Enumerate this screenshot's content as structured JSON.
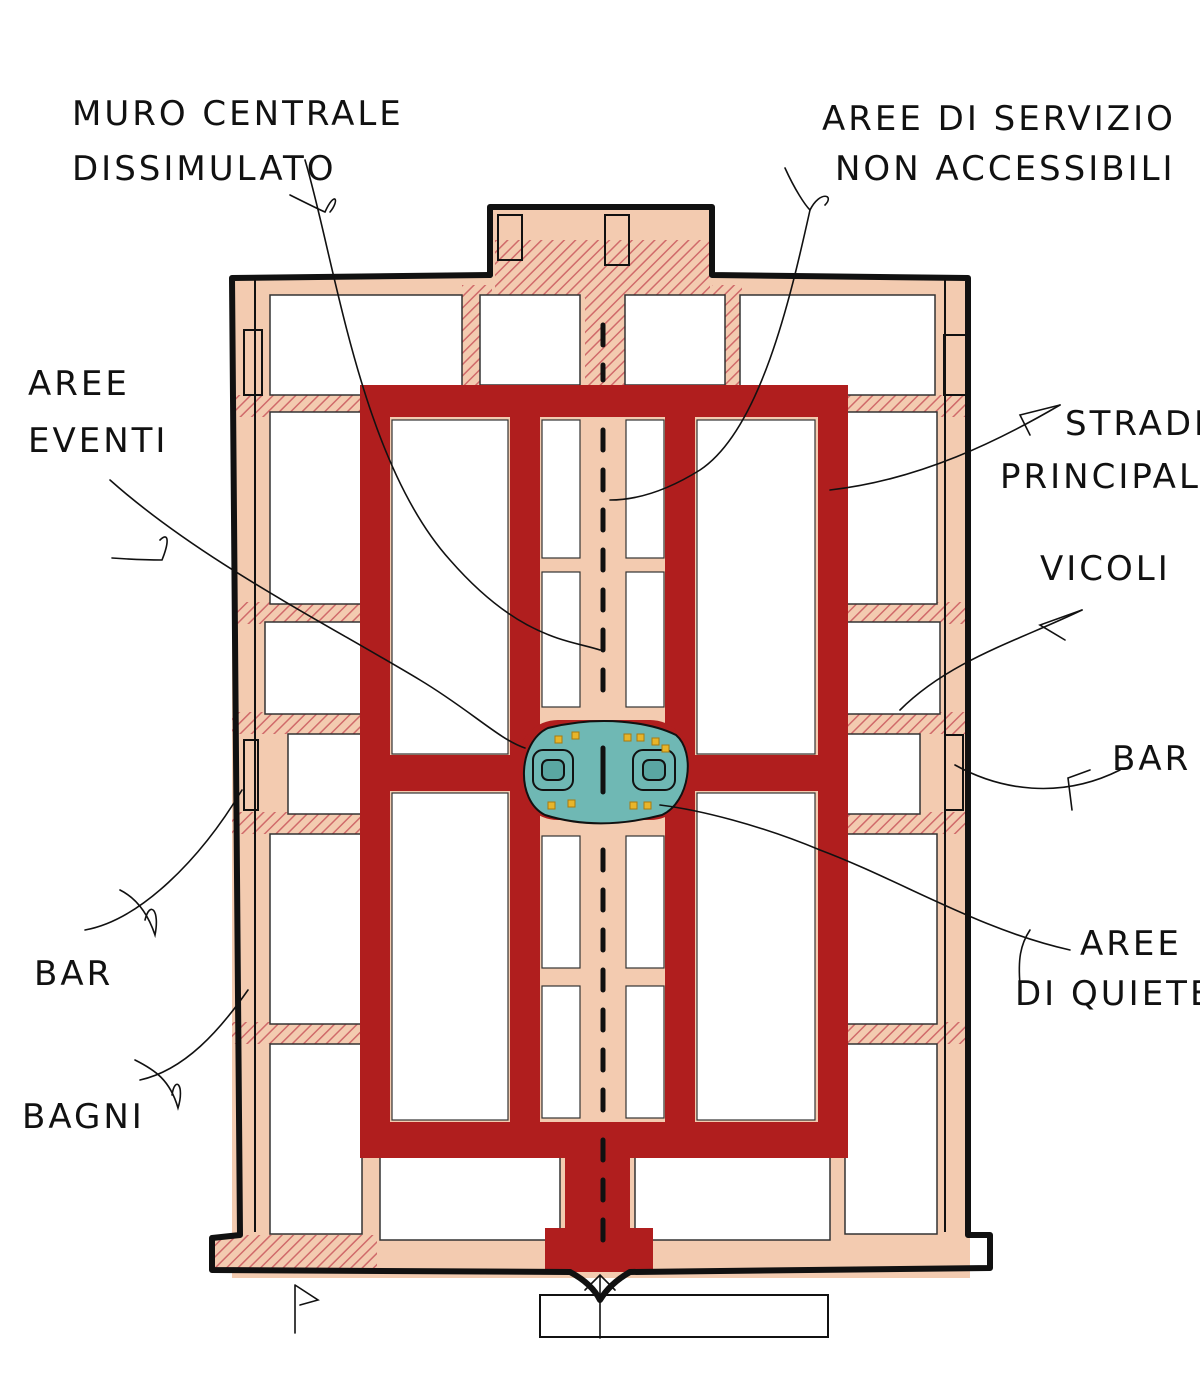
{
  "labels": {
    "muro_line1": "MURO CENTRALE",
    "muro_line2": "DISSIMULATO",
    "servizio_line1": "AREE DI SERVIZIO",
    "servizio_line2": "NON ACCESSIBILI",
    "eventi_line1": "AREE",
    "eventi_line2": "EVENTI",
    "strade_line1": "STRADE",
    "strade_line2": "PRINCIPALI",
    "vicoli": "VICOLI",
    "bar_right": "BAR",
    "bar_left": "BAR",
    "quiete_line1": "AREE",
    "quiete_line2": "DI QUIETE",
    "bagni": "BAGNI"
  },
  "colors": {
    "main_streets": "#b01e1e",
    "alleys": "#f3cbb0",
    "alley_hatch": "#d98b8b",
    "quiet_area": "#6fb8b4",
    "quiet_dots": "#e8b52a",
    "walls": "#111111"
  }
}
